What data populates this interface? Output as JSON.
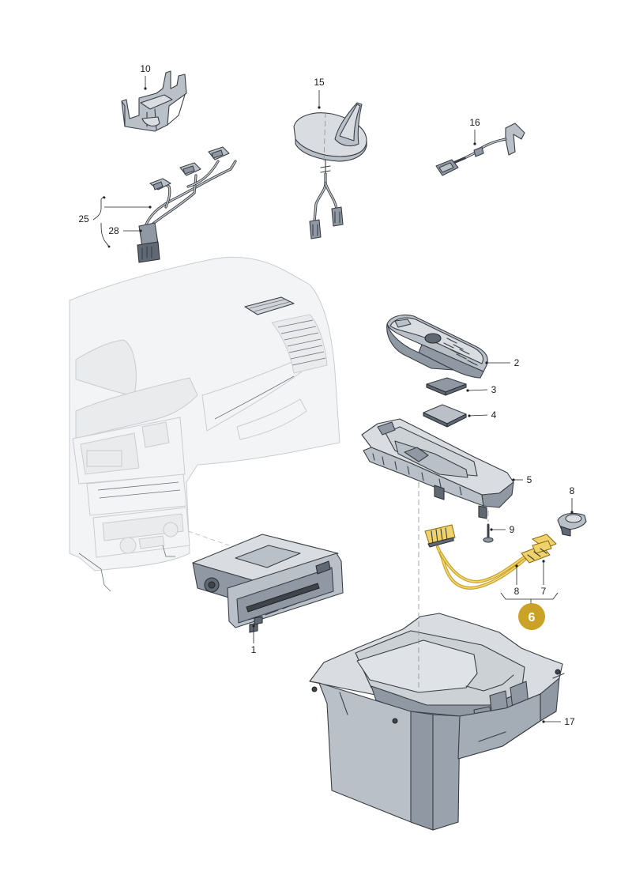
{
  "diagram": {
    "callouts": [
      {
        "id": "p10",
        "text": "10"
      },
      {
        "id": "p15",
        "text": "15"
      },
      {
        "id": "p16",
        "text": "16"
      },
      {
        "id": "p25",
        "text": "25"
      },
      {
        "id": "p28",
        "text": "28"
      },
      {
        "id": "p2",
        "text": "2"
      },
      {
        "id": "p3",
        "text": "3"
      },
      {
        "id": "p4",
        "text": "4"
      },
      {
        "id": "p5",
        "text": "5"
      },
      {
        "id": "p8a",
        "text": "8"
      },
      {
        "id": "p9",
        "text": "9"
      },
      {
        "id": "p8b",
        "text": "8"
      },
      {
        "id": "p7",
        "text": "7"
      },
      {
        "id": "p6",
        "text": "6"
      },
      {
        "id": "p1",
        "text": "1"
      },
      {
        "id": "p17",
        "text": "17"
      }
    ],
    "colors": {
      "badge_fill": "#c9a227",
      "cable_yellow": "#c9a227",
      "part_gray": "#b9c0c8",
      "part_dark": "#5f6873",
      "dashboard_ghost": "#f3f4f5"
    }
  }
}
